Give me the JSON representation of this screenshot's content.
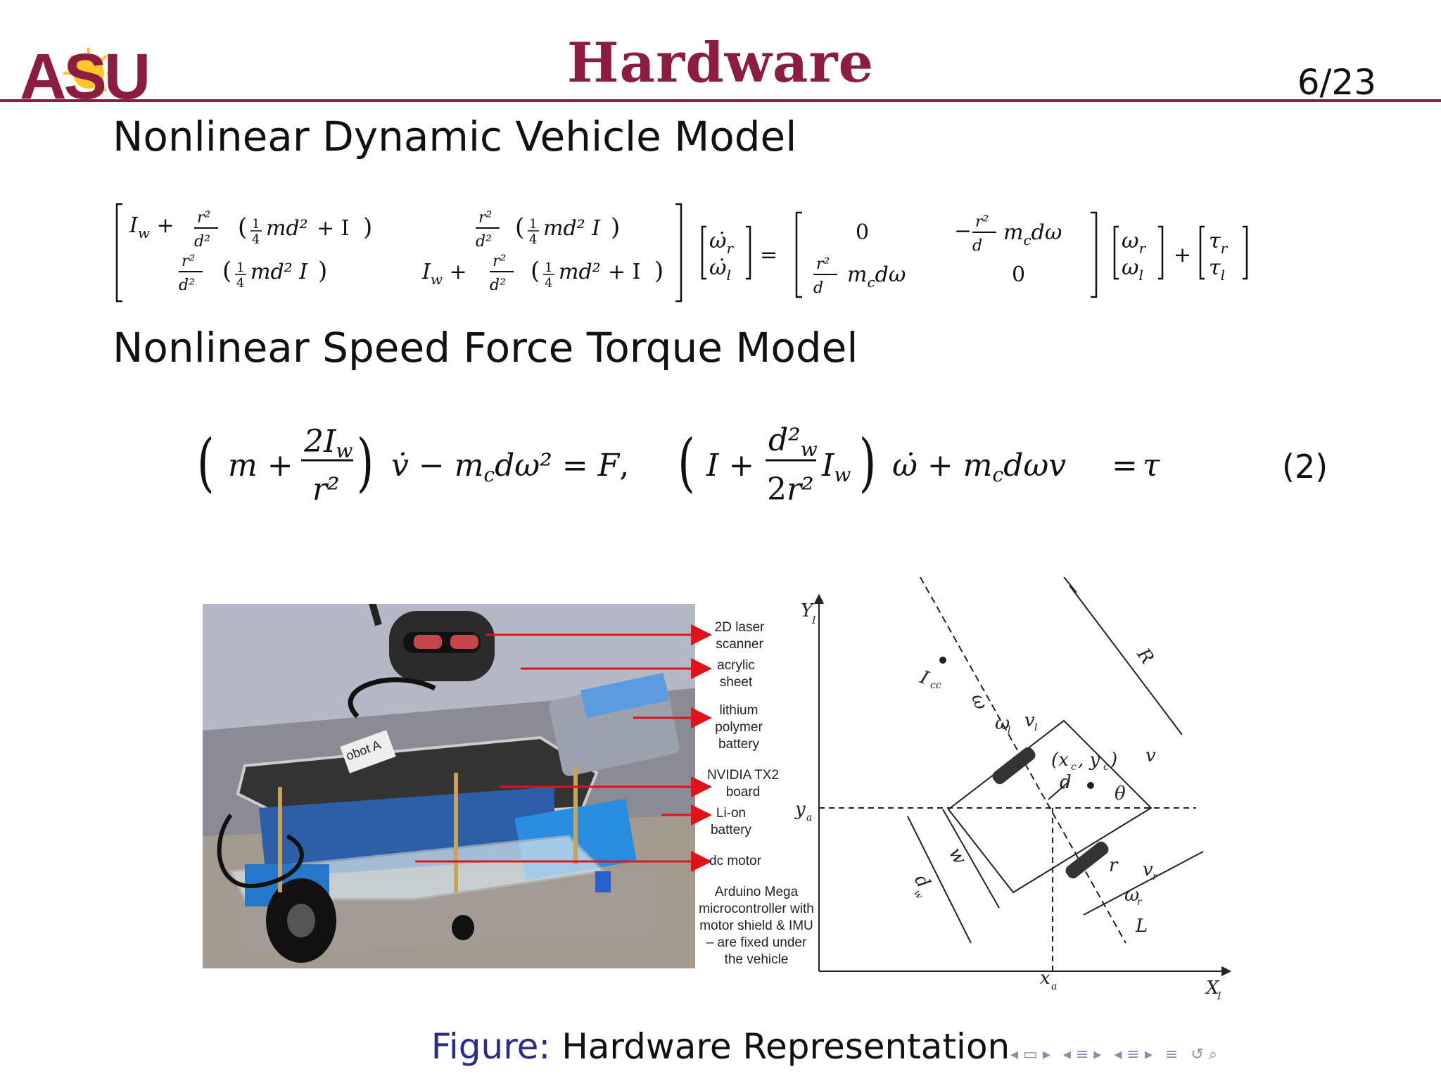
{
  "slide": {
    "title": "Hardware",
    "page": "6/23",
    "logo_text": "ASU"
  },
  "section1": {
    "heading": "Nonlinear Dynamic Vehicle Model"
  },
  "section2": {
    "heading": "Nonlinear Speed Force Torque Model",
    "equation_number": "(2)"
  },
  "figure": {
    "caption_label": "Figure:",
    "caption_text": "Hardware Representation",
    "photo_labels": [
      "2D laser scanner",
      "acrylic sheet",
      "lithium polymer battery",
      "NVIDIA TX2 board",
      "Li-on battery",
      "dc motor",
      "Arduino Mega microcontroller with motor shield & IMU – are fixed under the vehicle"
    ],
    "diagram_labels": {
      "y_axis": "Y",
      "x_axis": "X",
      "ya": "y",
      "xa": "x",
      "icc": "I",
      "R": "R",
      "omega": "ω",
      "omega_l": "ω",
      "v_l": "v",
      "center": "(x",
      "v": "v",
      "theta": "θ",
      "d": "d",
      "w": "w",
      "dw": "d",
      "r": "r",
      "v_r": "v",
      "omega_r": "ω",
      "L": "L"
    }
  },
  "colors": {
    "asu_maroon": "#8c1d40",
    "asu_gold": "#ffc627",
    "caption_blue": "#2b2b8a",
    "arrow_red": "#e0131a"
  },
  "nav_icons": [
    "nav-first-icon",
    "nav-frame-icon",
    "nav-section-icon",
    "nav-subsection-icon",
    "nav-search-icon"
  ]
}
